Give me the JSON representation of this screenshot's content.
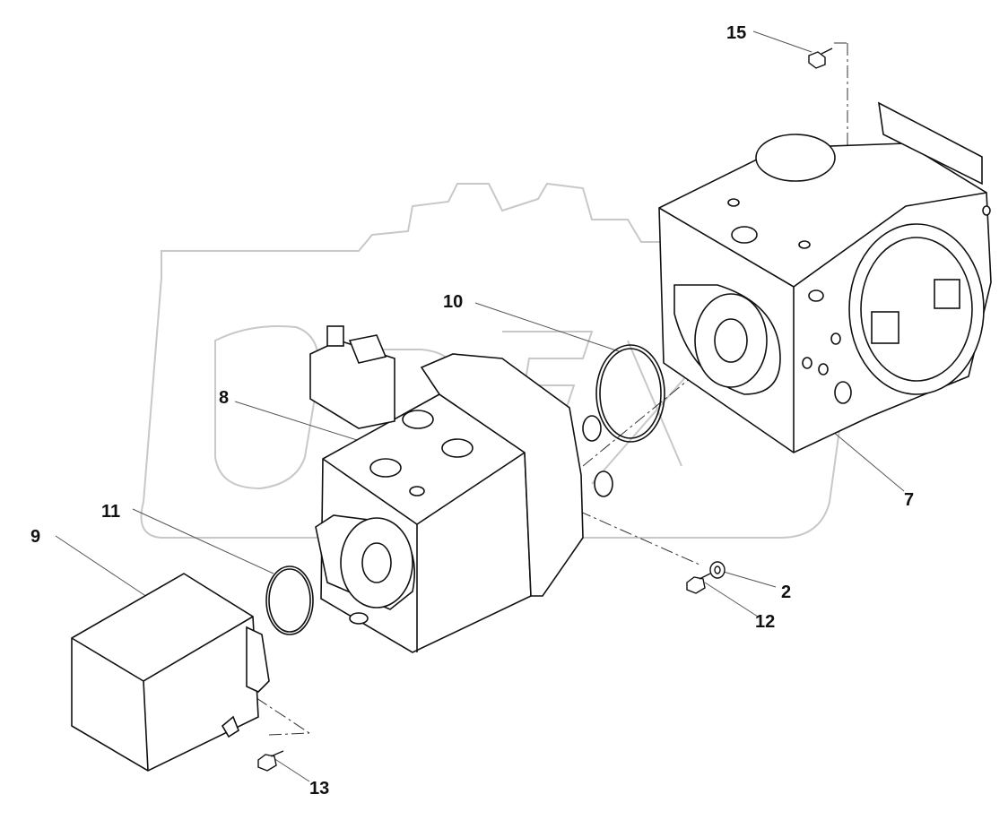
{
  "diagram": {
    "watermark_text": "OPEX",
    "callouts": [
      {
        "id": "c15",
        "label": "15"
      },
      {
        "id": "c10",
        "label": "10"
      },
      {
        "id": "c8",
        "label": "8"
      },
      {
        "id": "c11",
        "label": "11"
      },
      {
        "id": "c9",
        "label": "9"
      },
      {
        "id": "c7",
        "label": "7"
      },
      {
        "id": "c2",
        "label": "2"
      },
      {
        "id": "c12",
        "label": "12"
      },
      {
        "id": "c13",
        "label": "13"
      }
    ]
  }
}
